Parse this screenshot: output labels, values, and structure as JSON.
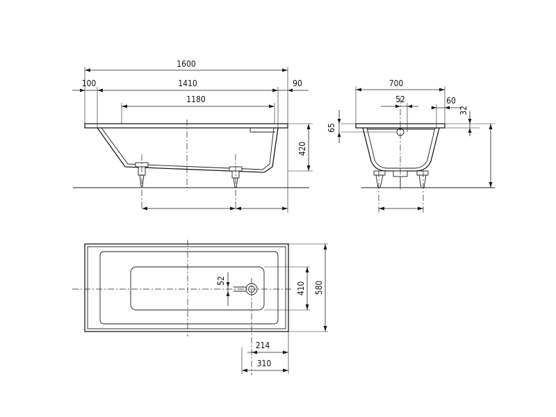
{
  "dimensions": {
    "d1600": "1600",
    "d100": "100",
    "d1410": "1410",
    "d90": "90",
    "d1180": "1180",
    "d420": "420",
    "d700": "700",
    "d52_side": "52",
    "d60": "60",
    "d32": "32",
    "d65": "65",
    "d52_plan": "52",
    "d410": "410",
    "d580": "580",
    "d214": "214",
    "d310": "310"
  }
}
